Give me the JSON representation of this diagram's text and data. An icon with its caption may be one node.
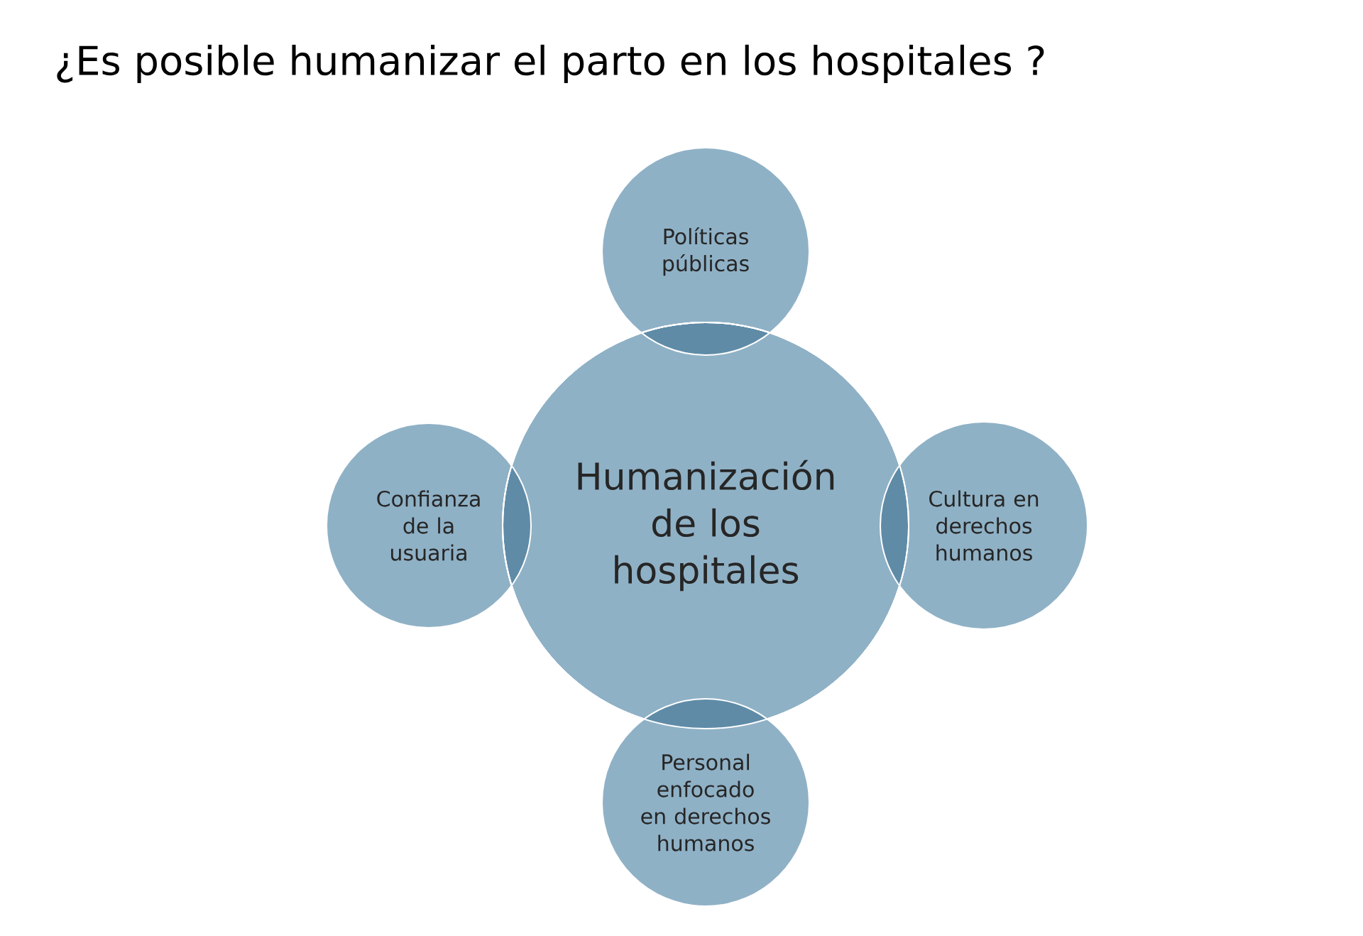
{
  "diagram": {
    "title": "¿Es posible humanizar el parto en los hospitales ?",
    "nodes": [
      {
        "text": [
          "Políticas públicas"
        ]
      },
      {
        "text": [
          "Confianza de la usuaria"
        ]
      },
      {
        "text": [
          "Humanización de los hospitales"
        ]
      },
      {
        "text": [
          "Cultura en derechos humanos"
        ]
      },
      {
        "text": [
          "Personal enfocado en derechos humanos"
        ]
      }
    ]
  }
}
